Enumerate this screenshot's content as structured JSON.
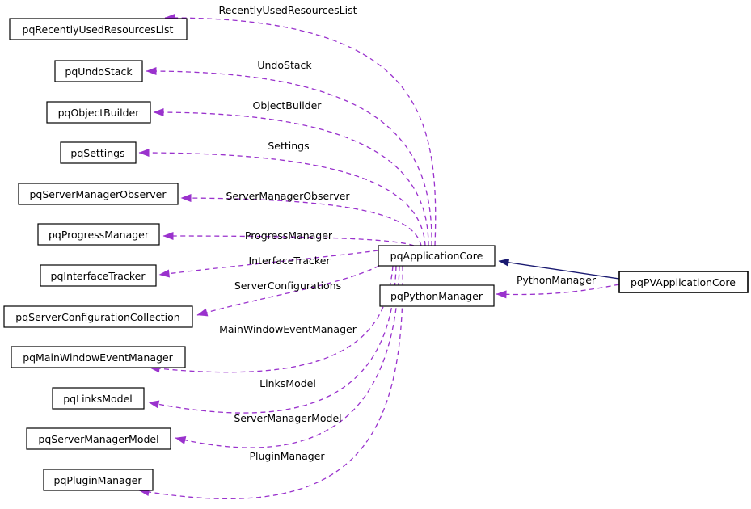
{
  "diagram": {
    "type": "collaboration-graph",
    "colors": {
      "dashed_edge": "#9a32cd",
      "solid_edge": "#191970",
      "node_fill": "#ffffff",
      "node_border": "#000000",
      "highlight_node_fill": "#bfbfbf",
      "background": "#ffffff"
    },
    "nodes": [
      {
        "id": "pqRecentlyUsedResourcesList",
        "label": "pqRecentlyUsedResourcesList"
      },
      {
        "id": "pqUndoStack",
        "label": "pqUndoStack"
      },
      {
        "id": "pqObjectBuilder",
        "label": "pqObjectBuilder"
      },
      {
        "id": "pqSettings",
        "label": "pqSettings"
      },
      {
        "id": "pqServerManagerObserver",
        "label": "pqServerManagerObserver"
      },
      {
        "id": "pqProgressManager",
        "label": "pqProgressManager"
      },
      {
        "id": "pqInterfaceTracker",
        "label": "pqInterfaceTracker"
      },
      {
        "id": "pqServerConfigurationCollection",
        "label": "pqServerConfigurationCollection"
      },
      {
        "id": "pqMainWindowEventManager",
        "label": "pqMainWindowEventManager"
      },
      {
        "id": "pqLinksModel",
        "label": "pqLinksModel"
      },
      {
        "id": "pqServerManagerModel",
        "label": "pqServerManagerModel"
      },
      {
        "id": "pqPluginManager",
        "label": "pqPluginManager"
      },
      {
        "id": "pqApplicationCore",
        "label": "pqApplicationCore"
      },
      {
        "id": "pqPythonManager",
        "label": "pqPythonManager"
      },
      {
        "id": "pqPVApplicationCore",
        "label": "pqPVApplicationCore",
        "highlighted": true
      }
    ],
    "edges": [
      {
        "label": "RecentlyUsedResourcesList",
        "from": "pqApplicationCore",
        "to": "pqRecentlyUsedResourcesList",
        "style": "dashed"
      },
      {
        "label": "UndoStack",
        "from": "pqApplicationCore",
        "to": "pqUndoStack",
        "style": "dashed"
      },
      {
        "label": "ObjectBuilder",
        "from": "pqApplicationCore",
        "to": "pqObjectBuilder",
        "style": "dashed"
      },
      {
        "label": "Settings",
        "from": "pqApplicationCore",
        "to": "pqSettings",
        "style": "dashed"
      },
      {
        "label": "ServerManagerObserver",
        "from": "pqApplicationCore",
        "to": "pqServerManagerObserver",
        "style": "dashed"
      },
      {
        "label": "ProgressManager",
        "from": "pqApplicationCore",
        "to": "pqProgressManager",
        "style": "dashed"
      },
      {
        "label": "InterfaceTracker",
        "from": "pqApplicationCore",
        "to": "pqInterfaceTracker",
        "style": "dashed"
      },
      {
        "label": "ServerConfigurations",
        "from": "pqApplicationCore",
        "to": "pqServerConfigurationCollection",
        "style": "dashed"
      },
      {
        "label": "MainWindowEventManager",
        "from": "pqApplicationCore",
        "to": "pqMainWindowEventManager",
        "style": "dashed"
      },
      {
        "label": "LinksModel",
        "from": "pqApplicationCore",
        "to": "pqLinksModel",
        "style": "dashed"
      },
      {
        "label": "ServerManagerModel",
        "from": "pqApplicationCore",
        "to": "pqServerManagerModel",
        "style": "dashed"
      },
      {
        "label": "PluginManager",
        "from": "pqApplicationCore",
        "to": "pqPluginManager",
        "style": "dashed"
      },
      {
        "label": "PythonManager",
        "from": "pqPVApplicationCore",
        "to": "pqPythonManager",
        "style": "dashed"
      },
      {
        "label": "",
        "from": "pqPVApplicationCore",
        "to": "pqApplicationCore",
        "style": "solid"
      }
    ]
  }
}
